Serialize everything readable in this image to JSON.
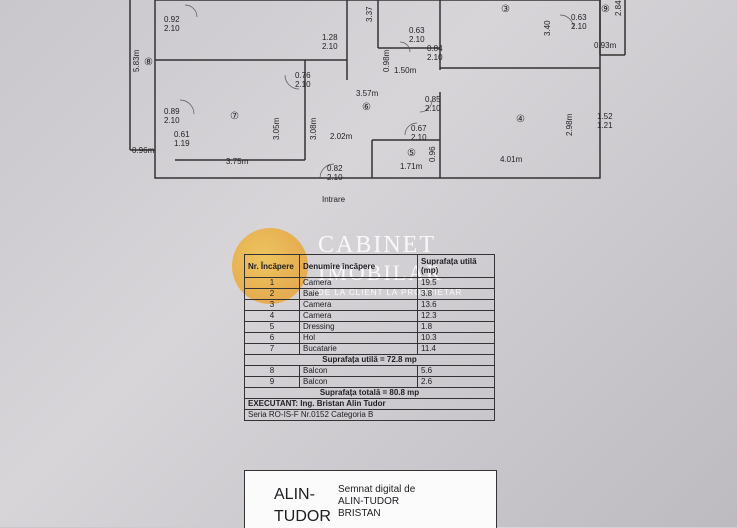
{
  "rooms": {
    "r1": "⑧",
    "r2": "⑦",
    "r3": "⑥",
    "r4": "④",
    "r5": "⑤",
    "r6": "③",
    "r7": "⑨"
  },
  "dims": {
    "d0_92": "0.92",
    "d2_10a": "2.10",
    "d1_28": "1.28",
    "d2_10b": "2.10",
    "d0_63": "0.63",
    "d2_10c": "2.10",
    "d0_84": "0.84",
    "d2_10d": "2.10",
    "d0_63b": "0.63",
    "d2_10e": "2.10",
    "d3_37": "3.37",
    "d3_40": "3.40",
    "d5_83": "5.83m",
    "d0_93": "0.93m",
    "d1_50": "1.50m",
    "d0_98": "0.98m",
    "d0_76": "0.76",
    "d2_10f": "2.10",
    "d3_57": "3.57m",
    "d0_89": "0.89",
    "d2_10g": "2.10",
    "d3_05": "3.05m",
    "d3_08": "3.08m",
    "d0_85": "0.85",
    "d2_10h": "2.10",
    "d2_98": "2.98m",
    "d1_52": "1.52",
    "d1_21": "1.21",
    "d0_61": "0.61",
    "d1_19": "1.19",
    "d2_02": "2.02m",
    "d0_67": "0.67",
    "d2_10i": "2.10",
    "d0_96": "0.96m",
    "d0_96b": "0.96",
    "d3_75": "3.75m",
    "d0_82": "0.82",
    "d2_10j": "2.10",
    "d1_71": "1.71m",
    "d4_01": "4.01m",
    "d2_84": "2.84"
  },
  "entrance": "Intrare",
  "watermark": {
    "line1": "CABINET",
    "line2": "IMOBILAR",
    "line3": "DE LA CLIENT LA PROPRIETAR"
  },
  "table": {
    "headers": [
      "Nr. Încăpere",
      "Denumire încăpere",
      "Suprafața utilă (mp)"
    ],
    "rows": [
      [
        "1",
        "Camera",
        "19.5"
      ],
      [
        "2",
        "Baie",
        "3.8"
      ],
      [
        "3",
        "Camera",
        "13.6"
      ],
      [
        "4",
        "Camera",
        "12.3"
      ],
      [
        "5",
        "Dressing",
        "1.8"
      ],
      [
        "6",
        "Hol",
        "10.3"
      ],
      [
        "7",
        "Bucatarie",
        "11.4"
      ]
    ],
    "useful_total": "Suprafața utilă = 72.8 mp",
    "balcony_rows": [
      [
        "8",
        "Balcon",
        "5.6"
      ],
      [
        "9",
        "Balcon",
        "2.6"
      ]
    ],
    "grand_total": "Suprafața totală = 80.8 mp",
    "executant": "EXECUTANT: Ing. Bristan Alin Tudor",
    "serie": "Seria RO-IS-F Nr.0152 Categoria B"
  },
  "signature": {
    "name1": "ALIN-",
    "name2": "TUDOR",
    "digital1": "Semnat digital de",
    "digital2": "ALIN-TUDOR",
    "digital3": "BRISTAN"
  }
}
